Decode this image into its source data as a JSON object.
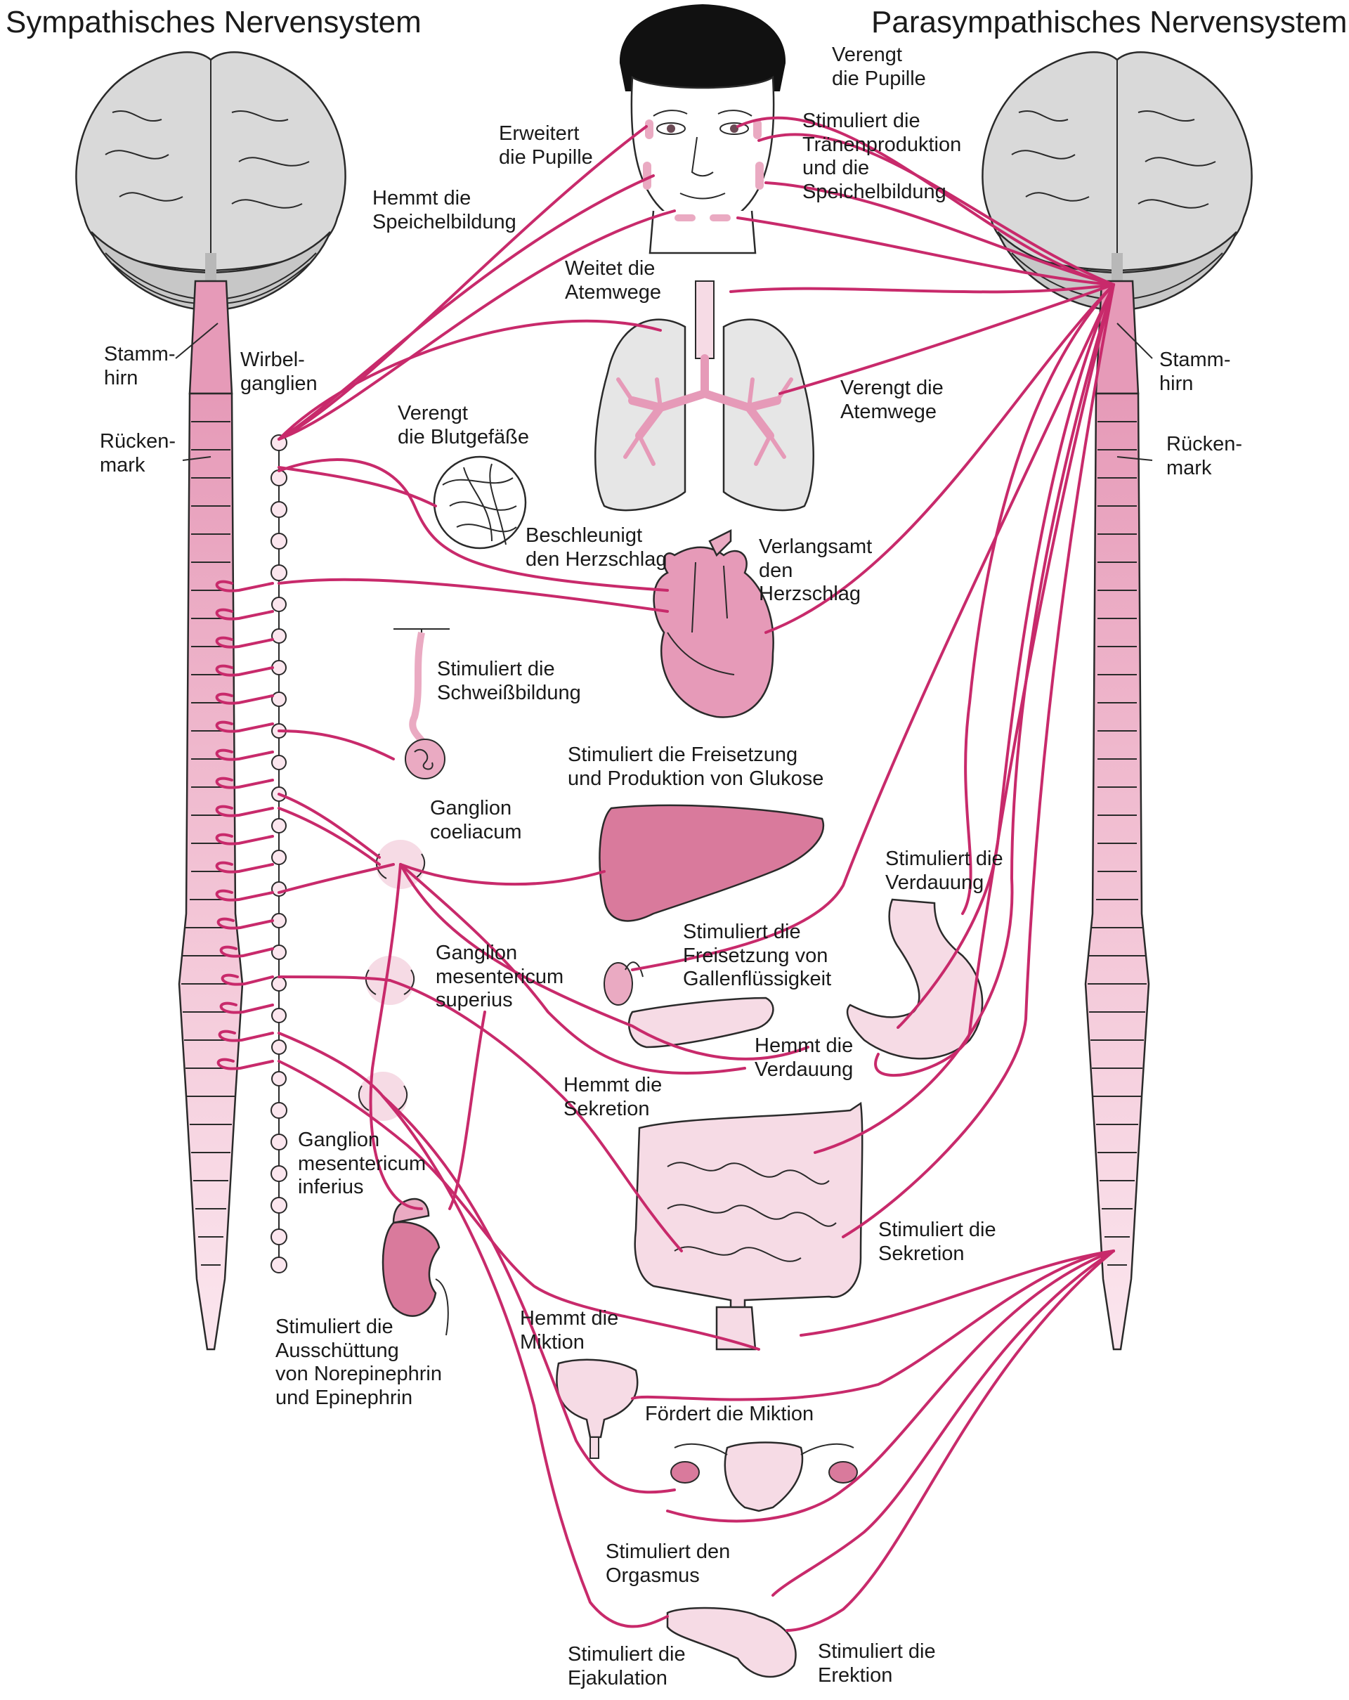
{
  "titles": {
    "left": "Sympathisches Nervensystem",
    "right": "Parasympathisches Nervensystem"
  },
  "structures": {
    "brainstem_left": "Stamm-\nhirn",
    "spinal_cord_left": "Rücken-\nmark",
    "vertebral_ganglia": "Wirbel-\nganglien",
    "brainstem_right": "Stamm-\nhirn",
    "spinal_cord_right": "Rücken-\nmark",
    "ganglion_coeliacum": "Ganglion\ncoeliacum",
    "ganglion_mes_sup": "Ganglion\nmesentericum\nsuperius",
    "ganglion_mes_inf": "Ganglion\nmesentericum\ninferius"
  },
  "effects": {
    "pupil_constrict": "Verengt\ndie Pupille",
    "pupil_dilate": "Erweitert\ndie Pupille",
    "tears_saliva": "Stimuliert die\nTränenproduktion\nund die\nSpeichelbildung",
    "saliva_inhibit": "Hemmt die\nSpeichelbildung",
    "airways_widen": "Weitet die\nAtemwege",
    "airways_narrow": "Verengt die\nAtemwege",
    "vessels_constrict": "Verengt\ndie Blutgefäße",
    "heart_accelerate": "Beschleunigt\nden Herzschlag",
    "heart_slow": "Verlangsamt\nden\nHerzschlag",
    "sweat": "Stimuliert die\nSchweißbildung",
    "glucose": "Stimuliert die Freisetzung\nund Produktion von Glukose",
    "digestion_stim": "Stimuliert die\nVerdauung",
    "bile": "Stimuliert die\nFreisetzung von\nGallenflüssigkeit",
    "digestion_inhibit": "Hemmt die\nVerdauung",
    "secretion_inhibit": "Hemmt die\nSekretion",
    "secretion_stim": "Stimuliert die\nSekretion",
    "adrenal": "Stimuliert die\nAusschüttung\nvon Norepinephrin\nund Epinephrin",
    "micturition_inhibit": "Hemmt die\nMiktion",
    "micturition_promote": "Fördert die Miktion",
    "orgasm": "Stimuliert den\nOrgasmus",
    "ejaculation": "Stimuliert die\nEjakulation",
    "erection": "Stimuliert die\nErektion"
  },
  "colors": {
    "nerve": "#c82a6b",
    "organ_dark": "#d97a9c",
    "organ_mid": "#eaaac2",
    "organ_light": "#f6dbe5",
    "brain": "#d9d9d9",
    "brain_dark": "#b3b3b3"
  }
}
